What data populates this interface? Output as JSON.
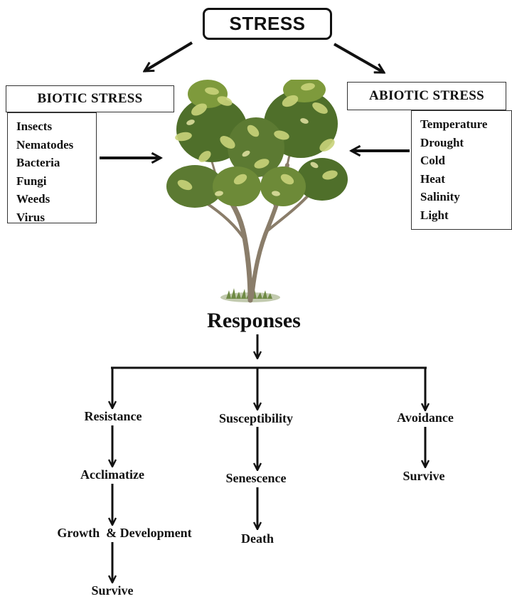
{
  "stress": {
    "title": "STRESS"
  },
  "biotic": {
    "title": "BIOTIC STRESS",
    "items": [
      "Insects",
      "Nematodes",
      "Bacteria",
      "Fungi",
      "Weeds",
      "Virus"
    ]
  },
  "abiotic": {
    "title": "ABIOTIC STRESS",
    "items": [
      "Temperature",
      "Drought",
      "Cold",
      "Heat",
      "Salinity",
      "Light"
    ]
  },
  "responses": {
    "title": "Responses",
    "branches": [
      {
        "steps": [
          "Resistance",
          "Acclimatize",
          "Growth  & Development",
          "Survive"
        ]
      },
      {
        "steps": [
          "Susceptibility",
          "Senescence",
          "Death"
        ]
      },
      {
        "steps": [
          "Avoidance",
          "Survive"
        ]
      }
    ]
  },
  "colors": {
    "line": "#111111",
    "leaf_dark": "#4f6f2a",
    "leaf_mid": "#7e9a3c",
    "leaf_light": "#c9d37a",
    "trunk": "#8a7d6a"
  },
  "icons": {
    "tree": "tree-illustration"
  }
}
